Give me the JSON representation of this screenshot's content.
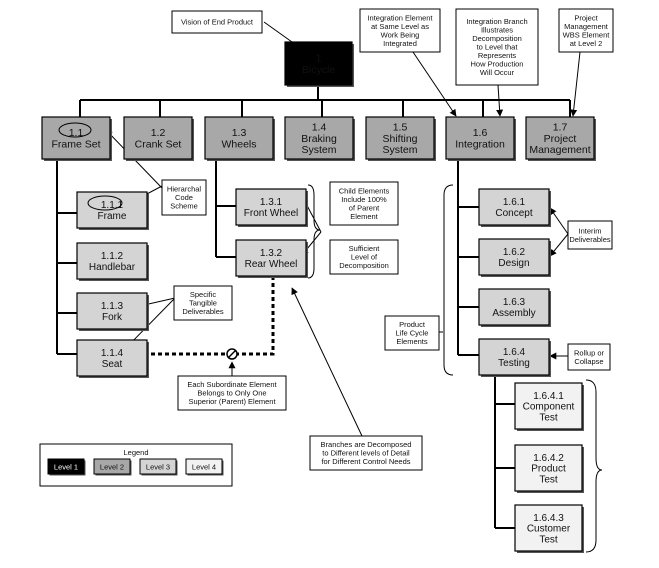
{
  "colors": {
    "level1": "#000000",
    "level2": "#a8a8a8",
    "level3": "#d4d4d4",
    "level4": "#f2f2f2",
    "line": "#000000"
  },
  "nodes": {
    "n1": {
      "code": "1",
      "label": "Bicycle",
      "level": 1
    },
    "n1_1": {
      "code": "1.1",
      "label": "Frame Set",
      "level": 2
    },
    "n1_2": {
      "code": "1.2",
      "label": "Crank Set",
      "level": 2
    },
    "n1_3": {
      "code": "1.3",
      "label": "Wheels",
      "level": 2
    },
    "n1_4": {
      "code": "1.4",
      "label": "Braking System",
      "level": 2
    },
    "n1_5": {
      "code": "1.5",
      "label": "Shifting System",
      "level": 2
    },
    "n1_6": {
      "code": "1.6",
      "label": "Integration",
      "level": 2
    },
    "n1_7": {
      "code": "1.7",
      "label": "Project Management",
      "level": 2
    },
    "n1_1_1": {
      "code": "1.1.1",
      "label": "Frame",
      "level": 3
    },
    "n1_1_2": {
      "code": "1.1.2",
      "label": "Handlebar",
      "level": 3
    },
    "n1_1_3": {
      "code": "1.1.3",
      "label": "Fork",
      "level": 3
    },
    "n1_1_4": {
      "code": "1.1.4",
      "label": "Seat",
      "level": 3
    },
    "n1_3_1": {
      "code": "1.3.1",
      "label": "Front Wheel",
      "level": 3
    },
    "n1_3_2": {
      "code": "1.3.2",
      "label": "Rear Wheel",
      "level": 3
    },
    "n1_6_1": {
      "code": "1.6.1",
      "label": "Concept",
      "level": 3
    },
    "n1_6_2": {
      "code": "1.6.2",
      "label": "Design",
      "level": 3
    },
    "n1_6_3": {
      "code": "1.6.3",
      "label": "Assembly",
      "level": 3
    },
    "n1_6_4": {
      "code": "1.6.4",
      "label": "Testing",
      "level": 3
    },
    "n1_6_4_1": {
      "code": "1.6.4.1",
      "label": "Component Test",
      "level": 4
    },
    "n1_6_4_2": {
      "code": "1.6.4.2",
      "label": "Product Test",
      "level": 4
    },
    "n1_6_4_3": {
      "code": "1.6.4.3",
      "label": "Customer Test",
      "level": 4
    }
  },
  "annotations": {
    "vision": "Vision of End Product",
    "integration_element": "Integration Element at Same Level as Work Being Integrated",
    "integration_branch": "Integration Branch Illustrates Decomposition to Level that Represents How Production Will Occur",
    "project_mgmt": "Project Management WBS Element at Level 2",
    "hierarchal_code": "Hierarchal Code Scheme",
    "child_elements": "Child Elements Include 100% of Parent Element",
    "sufficient_level": "Sufficient Level of Decomposition",
    "interim": "Interim Deliverables",
    "specific_tangible": "Specific Tangible Deliverables",
    "product_life_cycle": "Product Life Cycle Elements",
    "rollup": "Rollup or Collapse",
    "each_subordinate": "Each Subordinate Element Belongs to Only One Superior (Parent) Element",
    "branches": "Branches are Decomposed to Different levels of Detail for Different Control Needs"
  },
  "legend": {
    "title": "Legend",
    "items": [
      "Level 1",
      "Level 2",
      "Level 3",
      "Level 4"
    ]
  }
}
